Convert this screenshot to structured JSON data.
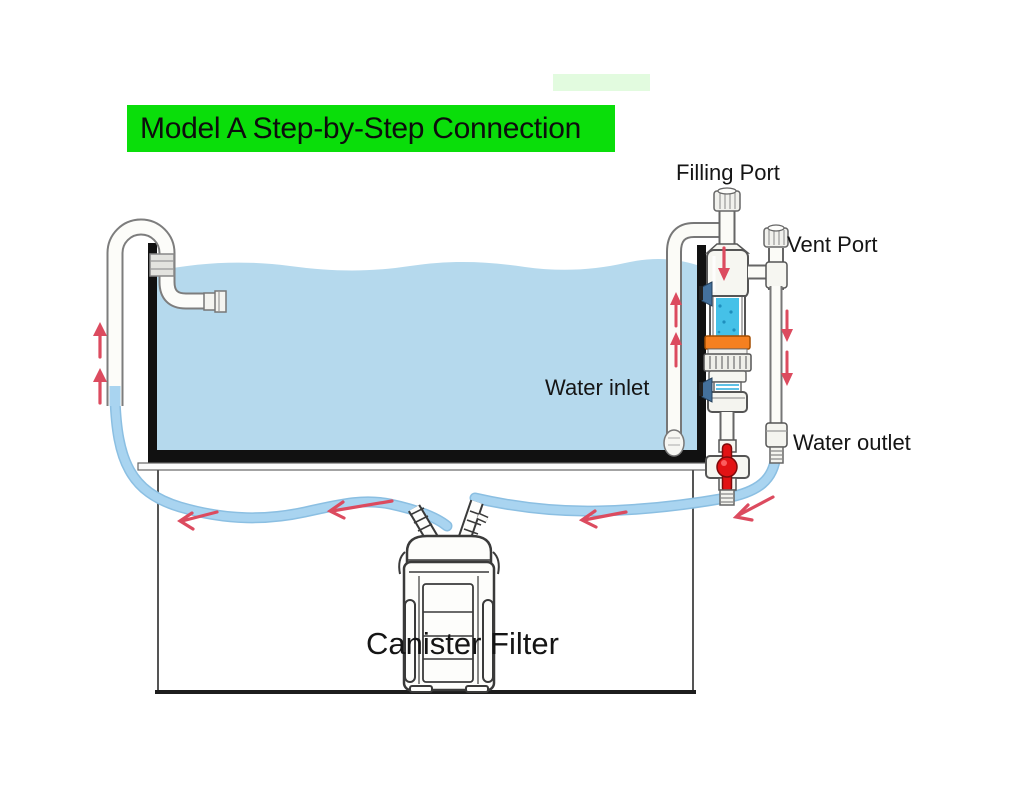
{
  "title": {
    "text": "Model A Step-by-Step Connection",
    "highlight_color": "#0ade0a"
  },
  "labels": {
    "filling_port": "Filling Port",
    "vent_port": "Vent Port",
    "water_inlet": "Water inlet",
    "water_outlet": "Water outlet",
    "canister_filter": "Canister Filter"
  },
  "colors": {
    "highlight_green": "#0ade0a",
    "water": "#b5d9ed",
    "hose": "#a9d4f0",
    "arrow_red": "#dc4b5f",
    "valve_red": "#e21214",
    "ring_orange": "#f58020",
    "chamber_liquid": "#45c1e8",
    "line_art": "#3a3a3a",
    "tank_frame": "#111111"
  },
  "components": {
    "tank": "aquarium-tank",
    "stand": "cabinet-stand",
    "return_pipe": "return-outflow-pipe",
    "inlet_pipe": "water-inlet-pipe",
    "prefilter": "prefilter-unit",
    "valve": "shutoff-valve",
    "canister": "canister-filter",
    "hoses": "flow-hoses"
  }
}
